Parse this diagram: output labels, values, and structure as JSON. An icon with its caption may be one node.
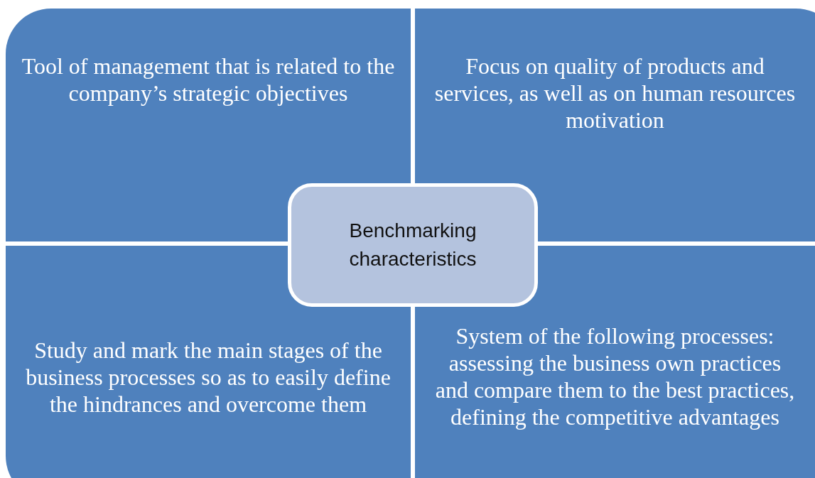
{
  "diagram": {
    "nodes": [
      {
        "text": [
          "Tool of management that is related to the company’s strategic objectives"
        ]
      },
      {
        "text": [
          "Focus on quality of products and services, as well as on human resources motivation"
        ]
      },
      {
        "text": [
          "Benchmarking characteristics"
        ]
      },
      {
        "text": [
          "Study and mark the main stages of the business processes so as to easily define the hindrances and overcome them"
        ]
      },
      {
        "text": [
          "System of the following processes: assessing the business own practices and compare them to the best practices, defining the competitive advantages"
        ]
      }
    ]
  }
}
